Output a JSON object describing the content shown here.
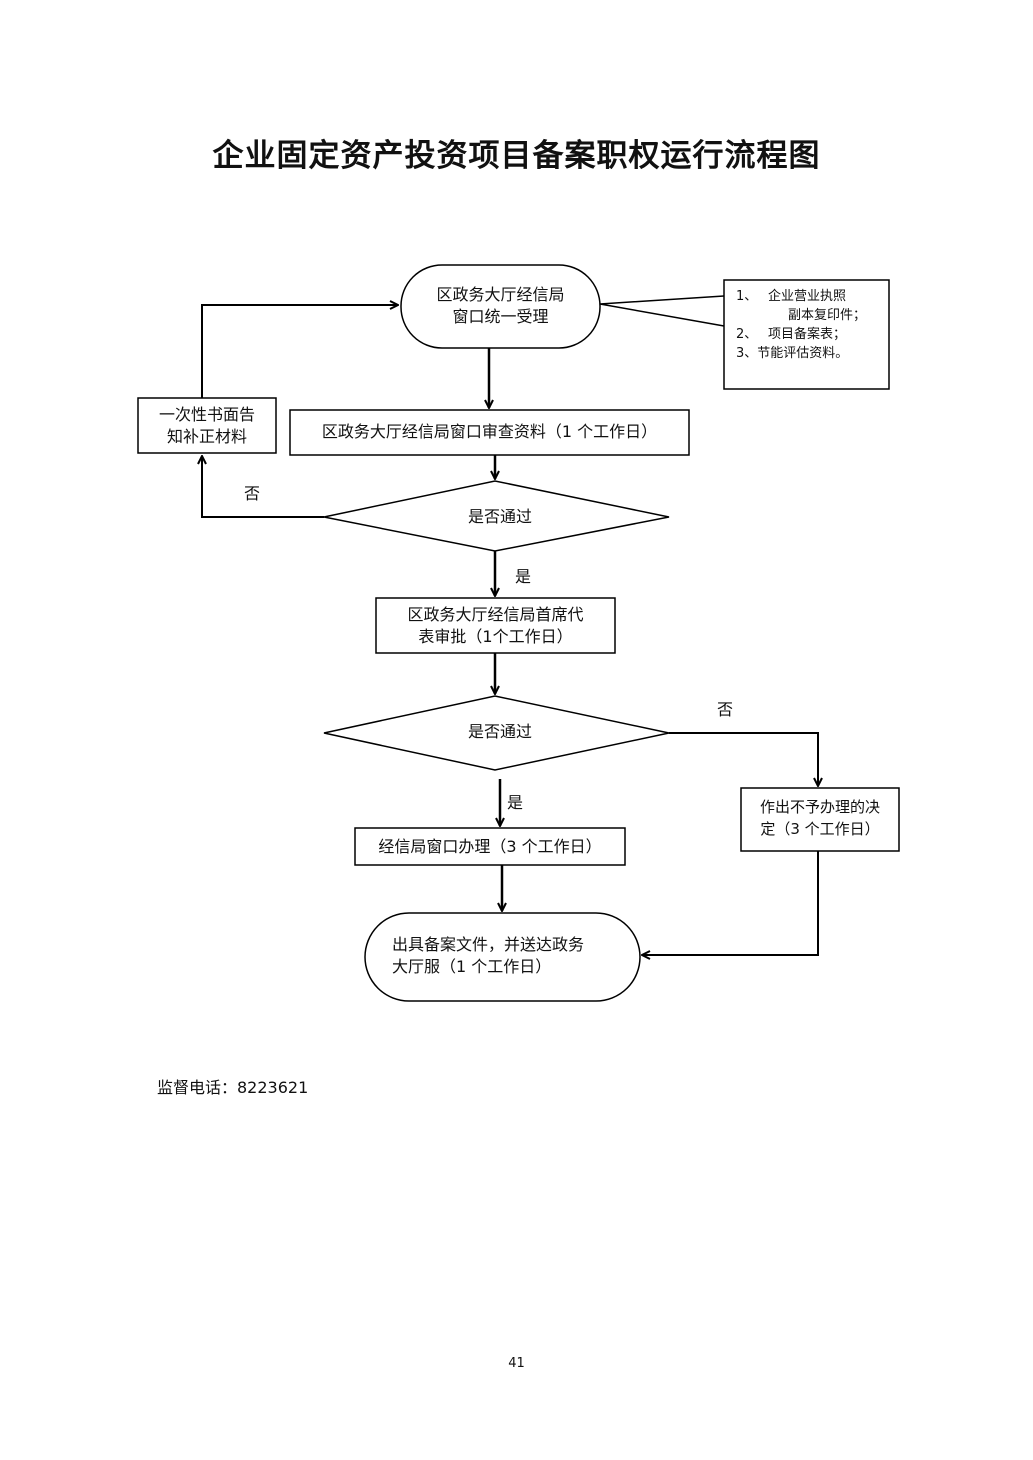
{
  "title": "企业固定资产投资项目备案职权运行流程图",
  "nodes": {
    "start_line1": "区政务大厅经信局",
    "start_line2": "窗口统一受理",
    "review": "区政务大厅经信局窗口审查资料（1 个工作日）",
    "decision1": "是否通过",
    "supplement_line1": "一次性书面告",
    "supplement_line2": "知补正材料",
    "approval_line1": "区政务大厅经信局首席代",
    "approval_line2": "表审批（1个工作日）",
    "decision2": "是否通过",
    "handle": "经信局窗口办理（3 个工作日）",
    "reject_line1": "作出不予办理的决",
    "reject_line2": "定（3 个工作日）",
    "end_line1": "出具备案文件，并送达政务",
    "end_line2": "大厅服（1 个工作日）"
  },
  "requirements": {
    "item1_num": "1、",
    "item1_line1": "企业营业执照",
    "item1_line2": "副本复印件；",
    "item2_num": "2、",
    "item2_text": "项目备案表；",
    "item3_text": "3、节能评估资料。"
  },
  "labels": {
    "no1": "否",
    "yes1": "是",
    "no2": "否",
    "yes2": "是"
  },
  "footer": {
    "phone": "监督电话：8223621"
  },
  "page_number": "41"
}
